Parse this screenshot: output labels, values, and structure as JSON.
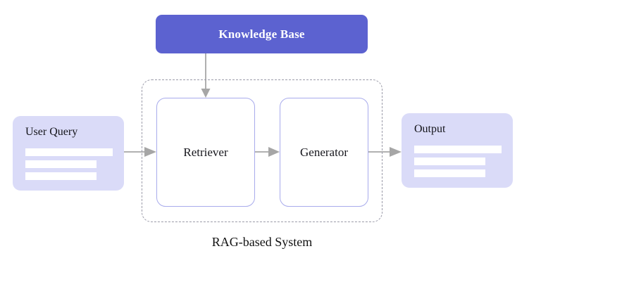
{
  "diagram": {
    "title": "RAG-based System",
    "caption": "RAG-based System",
    "knowledge_base": {
      "label": "Knowledge Base",
      "fill_color": "#5c62d0",
      "text_color": "#ffffff"
    },
    "user_query": {
      "label": "User Query",
      "fill_color": "#dadbf8",
      "text_color": "#14141a",
      "line_count": 3
    },
    "output": {
      "label": "Output",
      "fill_color": "#dadbf8",
      "text_color": "#14141a",
      "line_count": 3
    },
    "components": [
      {
        "label": "Retriever",
        "fill_color": "#ffffff",
        "border_color": "#a8abec"
      },
      {
        "label": "Generator",
        "fill_color": "#ffffff",
        "border_color": "#a8abec"
      }
    ],
    "container": {
      "border_style": "dashed",
      "border_color": "#9a9aa8"
    },
    "arrows": [
      {
        "name": "knowledge-base-to-retriever",
        "from": "Knowledge Base",
        "to": "Retriever",
        "direction": "down",
        "color": "#a6a6a6"
      },
      {
        "name": "user-query-to-retriever",
        "from": "User Query",
        "to": "Retriever",
        "direction": "right",
        "color": "#a6a6a6"
      },
      {
        "name": "retriever-to-generator",
        "from": "Retriever",
        "to": "Generator",
        "direction": "right",
        "color": "#a6a6a6"
      },
      {
        "name": "generator-to-output",
        "from": "Generator",
        "to": "Output",
        "direction": "right",
        "color": "#a6a6a6"
      }
    ]
  }
}
